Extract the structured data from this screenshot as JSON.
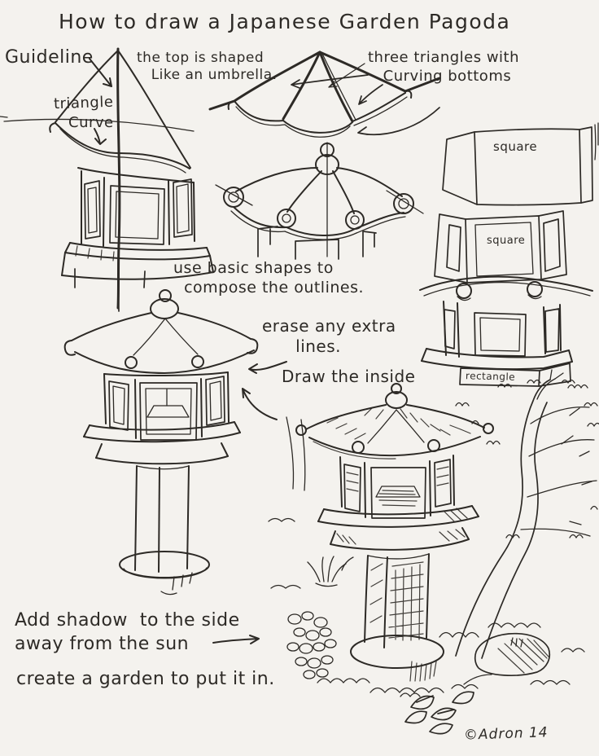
{
  "title": "How to draw a Japanese Garden Pagoda",
  "colors": {
    "ink": "#2d2a26",
    "paper": "#f4f2ee"
  },
  "labels": {
    "guideline": "Guideline",
    "umbrella": "the top is shaped\n   Like an umbrella.",
    "triangles": "three triangles with\n   Curving bottoms",
    "triangle": "triangle",
    "curve": "Curve",
    "square_top": "square",
    "square_mid": "square",
    "rectangle": "rectangle",
    "basic_shapes": "use basic shapes to\n  compose the outlines.",
    "erase": "erase any extra\n      lines.",
    "inside": "Draw the inside",
    "shadow": "Add shadow  to the side\naway from the sun",
    "garden": "create a garden to put it in.",
    "signature": "©Adron 14"
  }
}
